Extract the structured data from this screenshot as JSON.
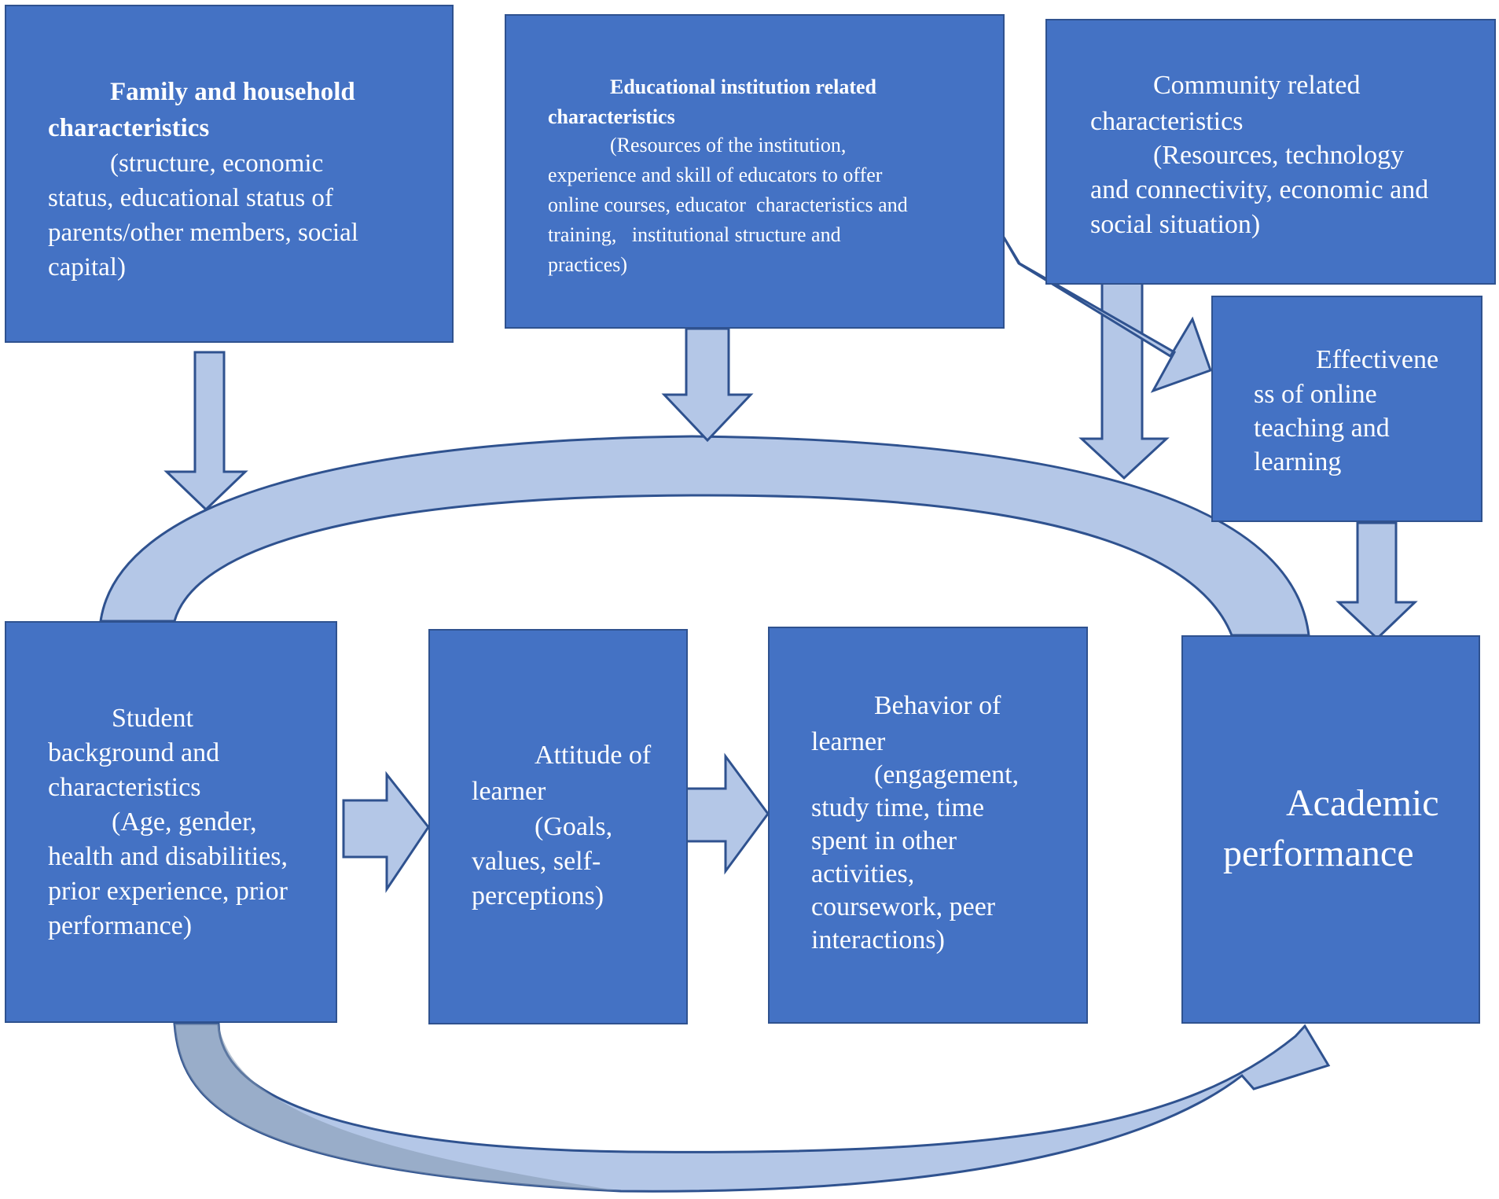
{
  "colors": {
    "box_fill": "#4472c4",
    "box_border": "#2f528f",
    "arrow_fill": "#b4c7e7",
    "arrow_stroke": "#2f528f",
    "text": "#ffffff"
  },
  "boxes": {
    "family": {
      "title_lines": [
        "Family and household",
        "characteristics"
      ],
      "body_lines": [
        "(structure, economic",
        "status, educational status of",
        "parents/other members, social",
        "capital)"
      ]
    },
    "institution": {
      "title_lines": [
        "Educational institution related",
        "characteristics"
      ],
      "body_lines": [
        "(Resources of the institution,",
        "experience and skill of educators to offer",
        "online courses, educator  characteristics and",
        "training,   institutional structure and",
        "practices)"
      ]
    },
    "community": {
      "lines": [
        "Community related",
        "characteristics",
        "(Resources, technology",
        "and connectivity, economic and",
        "social situation)"
      ]
    },
    "effectiveness": {
      "lines": [
        "Effectivene",
        "ss of online",
        "teaching and",
        "learning"
      ]
    },
    "student": {
      "lines": [
        "Student",
        "background and",
        "characteristics",
        "(Age, gender,",
        "health and disabilities,",
        "prior experience, prior",
        "performance)"
      ]
    },
    "attitude": {
      "lines": [
        "Attitude of",
        "learner",
        "(Goals,",
        "values, self-",
        "perceptions)"
      ]
    },
    "behavior": {
      "lines": [
        "Behavior of",
        "learner",
        "(engagement,",
        "study time, time",
        "spent in other",
        "activities,",
        "coursework, peer",
        "interactions)"
      ]
    },
    "academic": {
      "lines": [
        "Academic",
        "performance"
      ]
    }
  }
}
